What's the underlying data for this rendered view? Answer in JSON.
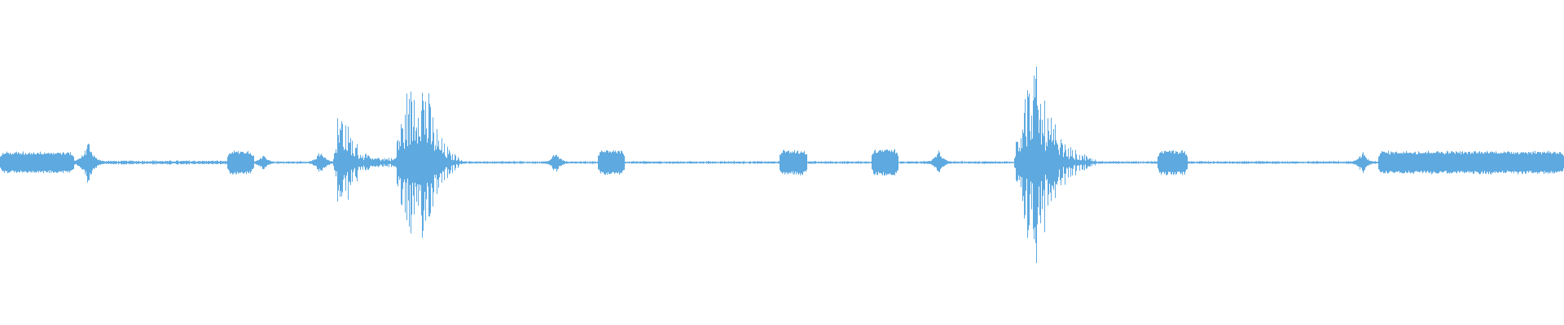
{
  "waveform": {
    "color": "#5da9e0",
    "baseline_amplitude": 0.008,
    "segments": [
      {
        "type": "block",
        "start": 0.0,
        "end": 0.047,
        "amplitude": 0.06
      },
      {
        "type": "spike",
        "at": 0.056,
        "amplitude": 0.12,
        "decay": 0.004
      },
      {
        "type": "noise",
        "start": 0.06,
        "end": 0.145,
        "amplitude": 0.012
      },
      {
        "type": "block",
        "start": 0.145,
        "end": 0.162,
        "amplitude": 0.065
      },
      {
        "type": "spike",
        "at": 0.168,
        "amplitude": 0.05,
        "decay": 0.003
      },
      {
        "type": "spike",
        "at": 0.205,
        "amplitude": 0.09,
        "decay": 0.003
      },
      {
        "type": "burst",
        "start": 0.213,
        "end": 0.245,
        "amplitude": 0.34,
        "peak": 0.218
      },
      {
        "type": "noise",
        "start": 0.232,
        "end": 0.255,
        "amplitude": 0.03
      },
      {
        "type": "burst",
        "start": 0.253,
        "end": 0.296,
        "amplitude": 0.6,
        "peak": 0.27
      },
      {
        "type": "spike",
        "at": 0.355,
        "amplitude": 0.07,
        "decay": 0.003
      },
      {
        "type": "block",
        "start": 0.382,
        "end": 0.399,
        "amplitude": 0.07
      },
      {
        "type": "block",
        "start": 0.498,
        "end": 0.516,
        "amplitude": 0.07
      },
      {
        "type": "block",
        "start": 0.557,
        "end": 0.574,
        "amplitude": 0.075
      },
      {
        "type": "spike",
        "at": 0.6,
        "amplitude": 0.08,
        "decay": 0.003
      },
      {
        "type": "burst",
        "start": 0.648,
        "end": 0.7,
        "amplitude": 0.55,
        "peak": 0.662
      },
      {
        "type": "block",
        "start": 0.74,
        "end": 0.759,
        "amplitude": 0.07
      },
      {
        "type": "spike",
        "at": 0.871,
        "amplitude": 0.07,
        "decay": 0.003
      },
      {
        "type": "block",
        "start": 0.881,
        "end": 1.0,
        "amplitude": 0.065
      }
    ]
  }
}
